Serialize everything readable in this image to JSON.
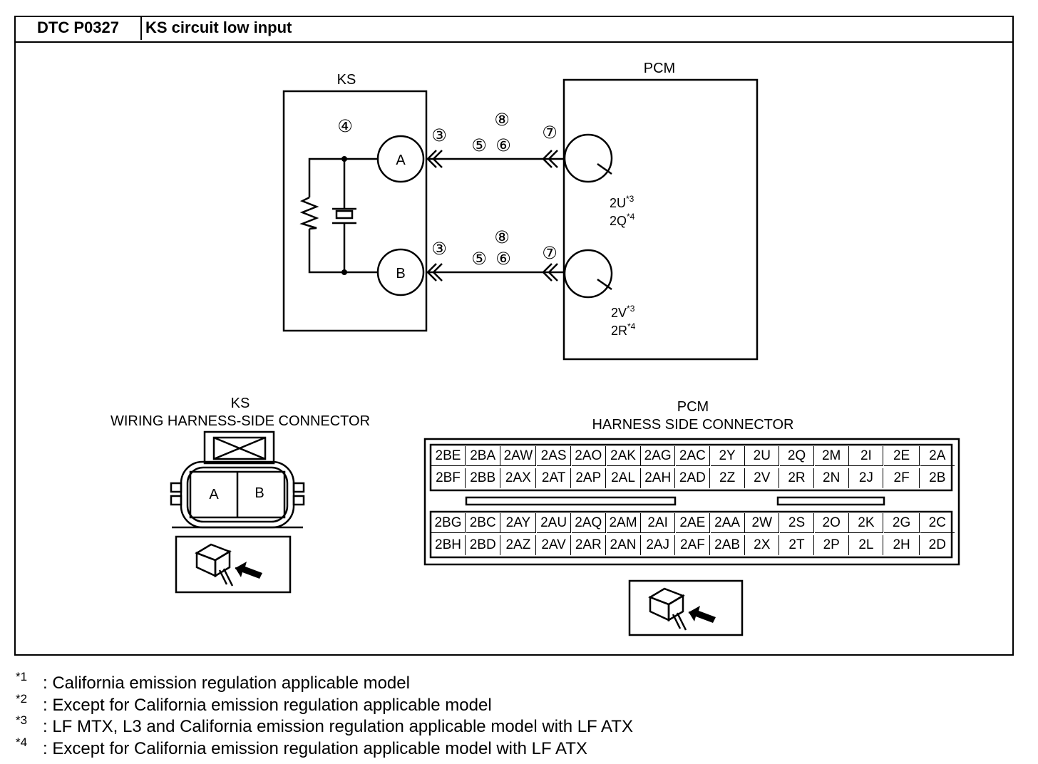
{
  "header": {
    "code": "DTC P0327",
    "title": "KS circuit low input"
  },
  "schematic": {
    "ks_label": "KS",
    "pcm_label": "PCM",
    "terminal_a": "A",
    "terminal_b": "B",
    "step_numbers": {
      "s3": "③",
      "s4": "④",
      "s5": "⑤",
      "s6": "⑥",
      "s7": "⑦",
      "s8": "⑧"
    },
    "pcm_pin_top": {
      "line1": "2U",
      "sup1": "*3",
      "line2": "2Q",
      "sup2": "*4"
    },
    "pcm_pin_bottom": {
      "line1": "2V",
      "sup1": "*3",
      "line2": "2R",
      "sup2": "*4"
    }
  },
  "ks_connector": {
    "title_line1": "KS",
    "title_line2": "WIRING HARNESS-SIDE CONNECTOR",
    "pin_a": "A",
    "pin_b": "B"
  },
  "pcm_connector": {
    "title_line1": "PCM",
    "title_line2": "HARNESS SIDE CONNECTOR",
    "rows_top": [
      [
        "2BE",
        "2BA",
        "2AW",
        "2AS",
        "2AO",
        "2AK",
        "2AG",
        "2AC",
        "2Y",
        "2U",
        "2Q",
        "2M",
        "2I",
        "2E",
        "2A"
      ],
      [
        "2BF",
        "2BB",
        "2AX",
        "2AT",
        "2AP",
        "2AL",
        "2AH",
        "2AD",
        "2Z",
        "2V",
        "2R",
        "2N",
        "2J",
        "2F",
        "2B"
      ]
    ],
    "rows_bottom": [
      [
        "2BG",
        "2BC",
        "2AY",
        "2AU",
        "2AQ",
        "2AM",
        "2AI",
        "2AE",
        "2AA",
        "2W",
        "2S",
        "2O",
        "2K",
        "2G",
        "2C"
      ],
      [
        "2BH",
        "2BD",
        "2AZ",
        "2AV",
        "2AR",
        "2AN",
        "2AJ",
        "2AF",
        "2AB",
        "2X",
        "2T",
        "2P",
        "2L",
        "2H",
        "2D"
      ]
    ]
  },
  "footnotes": [
    {
      "mark": "*1",
      "text": ": California emission regulation applicable model"
    },
    {
      "mark": "*2",
      "text": ": Except for California emission regulation applicable model"
    },
    {
      "mark": "*3",
      "text": ": LF MTX, L3 and California emission regulation applicable model with LF ATX"
    },
    {
      "mark": "*4",
      "text": ": Except for California emission regulation applicable model with LF ATX"
    }
  ]
}
